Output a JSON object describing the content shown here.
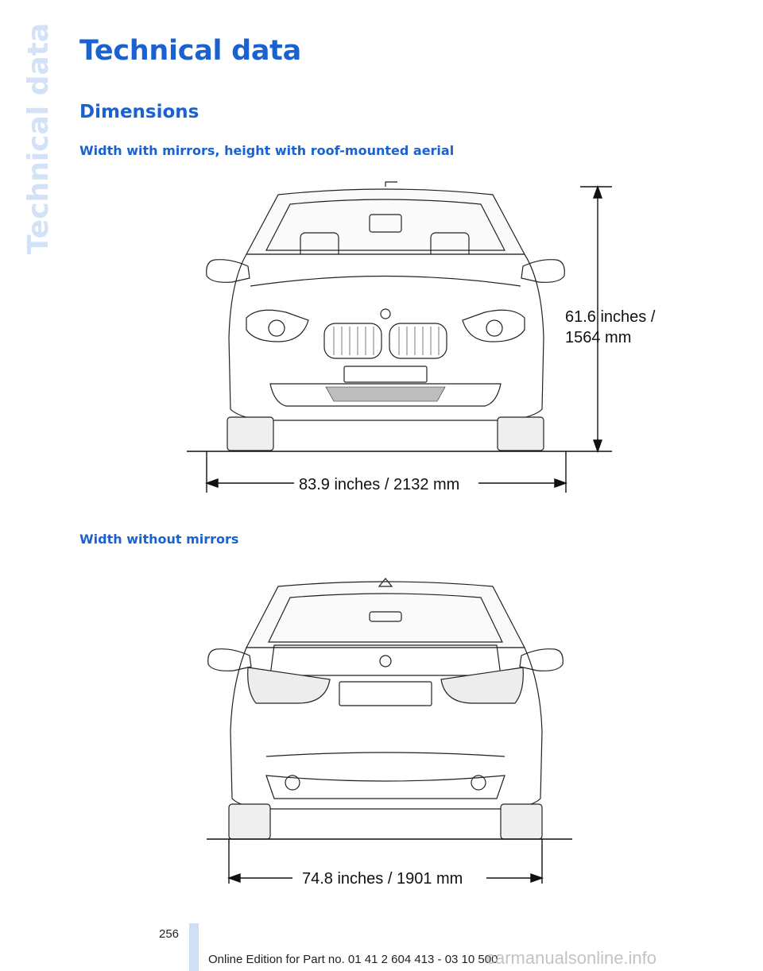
{
  "side_tab": {
    "label": "Technical data"
  },
  "page": {
    "title": "Technical data",
    "section": "Dimensions"
  },
  "front_view": {
    "heading": "Width with mirrors, height with roof-mounted aerial",
    "height_line1": "61.6 inches /",
    "height_line2": "1564 mm",
    "width_label": "83.9 inches / 2132 mm"
  },
  "rear_view": {
    "heading": "Width without mirrors",
    "width_label": "74.8 inches / 1901 mm"
  },
  "footer": {
    "page_number": "256",
    "edition": "Online Edition for Part no. 01 41 2 604 413 - 03 10 500",
    "watermark": "carmanualsonline.info"
  },
  "colors": {
    "accent": "#1a62d1",
    "side_tab": "#d3e2f6"
  }
}
